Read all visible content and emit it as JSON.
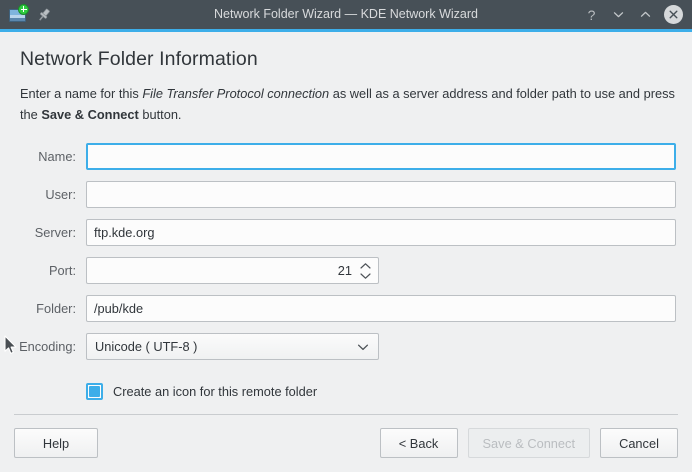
{
  "window": {
    "title": "Network Folder Wizard — KDE Network Wizard",
    "app_icon": "network-folder-add-icon",
    "pin_icon": "pin-icon",
    "help_label": "?",
    "minimize_icon": "chevron-down-icon",
    "maximize_icon": "chevron-up-icon",
    "close_icon": "close-icon",
    "accent_color": "#3daee9",
    "titlebar_color": "#475057",
    "background_color": "#eff0f1"
  },
  "page": {
    "title": "Network Folder Information",
    "description": {
      "part1": "Enter a name for this ",
      "emphasis": "File Transfer Protocol connection",
      "part2": " as well as a server address and folder path to use and press the ",
      "strong": "Save & Connect",
      "part3": " button."
    }
  },
  "form": {
    "name": {
      "label": "Name:",
      "value": "",
      "placeholder": "",
      "focused": true
    },
    "user": {
      "label": "User:",
      "value": "",
      "placeholder": ""
    },
    "server": {
      "label": "Server:",
      "value": "ftp.kde.org",
      "placeholder": ""
    },
    "port": {
      "label": "Port:",
      "value": "21",
      "up_icon": "chevron-up-icon",
      "down_icon": "chevron-down-icon"
    },
    "folder": {
      "label": "Folder:",
      "value": "/pub/kde",
      "placeholder": ""
    },
    "encoding": {
      "label": "Encoding:",
      "value": "Unicode ( UTF-8 )",
      "arrow_icon": "chevron-down-icon",
      "options": [
        "Unicode ( UTF-8 )"
      ]
    },
    "create_icon_checkbox": {
      "label": "Create an icon for this remote folder",
      "checked": true
    }
  },
  "footer": {
    "help": "Help",
    "back": "< Back",
    "save_connect": "Save & Connect",
    "save_connect_disabled": true,
    "cancel": "Cancel"
  }
}
